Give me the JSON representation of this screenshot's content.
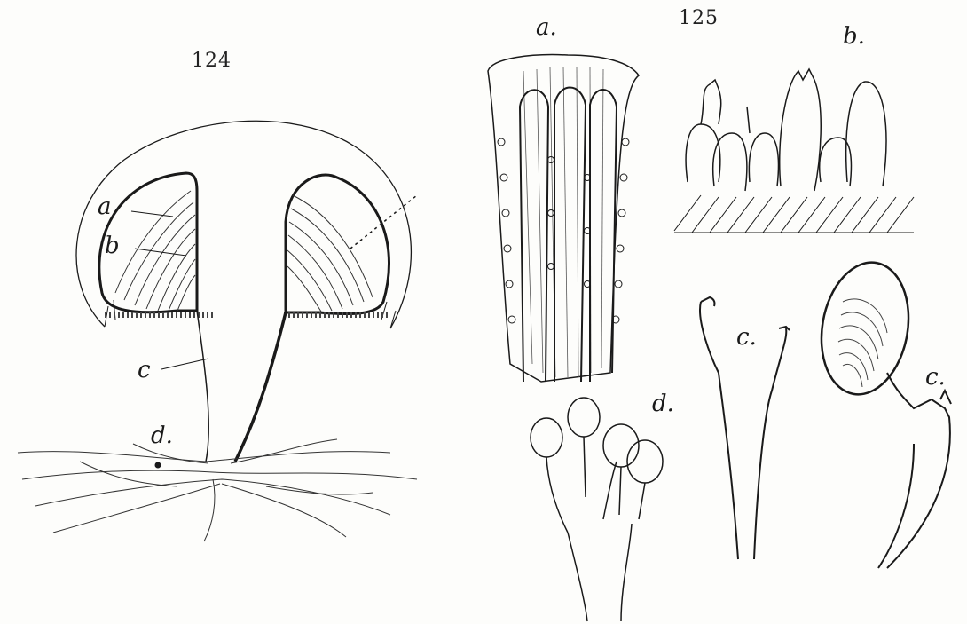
{
  "figures": {
    "fig124": {
      "number": "124",
      "labels": {
        "a": "a",
        "b": "b",
        "c": "c",
        "d": "d."
      }
    },
    "fig125": {
      "number": "125",
      "labels": {
        "a": "a.",
        "b": "b.",
        "c1": "c.",
        "c2": "c.",
        "d": "d."
      }
    }
  },
  "colors": {
    "ink": "#1a1a1a",
    "paper": "#fdfdfb",
    "gill": "#555555"
  }
}
